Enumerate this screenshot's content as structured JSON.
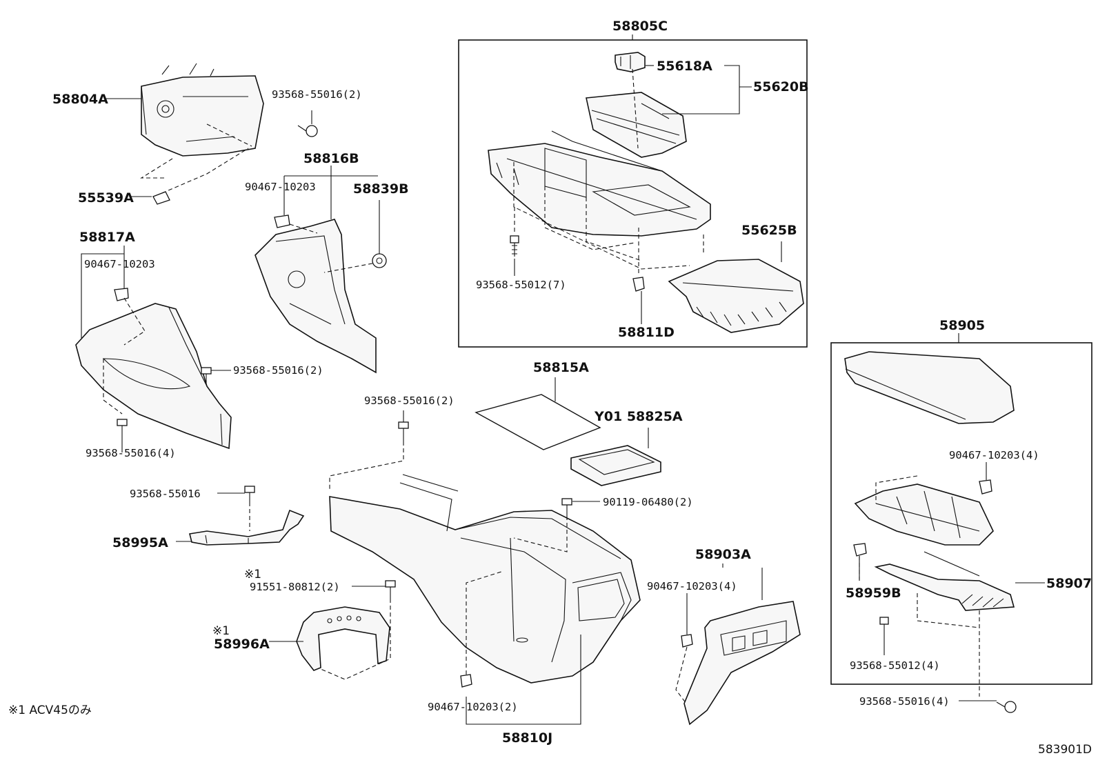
{
  "labels": {
    "l_58805C": "58805C",
    "l_55618A": "55618A",
    "l_55620B": "55620B",
    "l_93568_55012_7": "93568-55012(7)",
    "l_55625B": "55625B",
    "l_58811D": "58811D",
    "l_58804A": "58804A",
    "l_93568_55016_2a": "93568-55016(2)",
    "l_55539A": "55539A",
    "l_58816B": "58816B",
    "l_90467_10203a": "90467-10203",
    "l_58839B": "58839B",
    "l_58817A": "58817A",
    "l_90467_10203b": "90467-10203",
    "l_93568_55016_2b": "93568-55016(2)",
    "l_93568_55016_4a": "93568-55016(4)",
    "l_58815A": "58815A",
    "l_Y01_58825A": "Y01 58825A",
    "l_93568_55016_2c": "93568-55016(2)",
    "l_93568_55016": "93568-55016",
    "l_58995A": "58995A",
    "l_90119_06480_2": "90119-06480(2)",
    "l_mark1a": "※1",
    "l_91551_80812_2": "91551-80812(2)",
    "l_mark1b": "※1",
    "l_58996A": "58996A",
    "l_90467_10203_2": "90467-10203(2)",
    "l_58810J": "58810J",
    "l_58903A": "58903A",
    "l_90467_10203_4a": "90467-10203(4)",
    "l_58905": "58905",
    "l_90467_10203_4b": "90467-10203(4)",
    "l_58907": "58907",
    "l_58959B": "58959B",
    "l_93568_55012_4": "93568-55012(4)",
    "l_93568_55016_4b": "93568-55016(4)"
  },
  "footnote": "※1 ACV45のみ",
  "diagram_code": "583901D"
}
